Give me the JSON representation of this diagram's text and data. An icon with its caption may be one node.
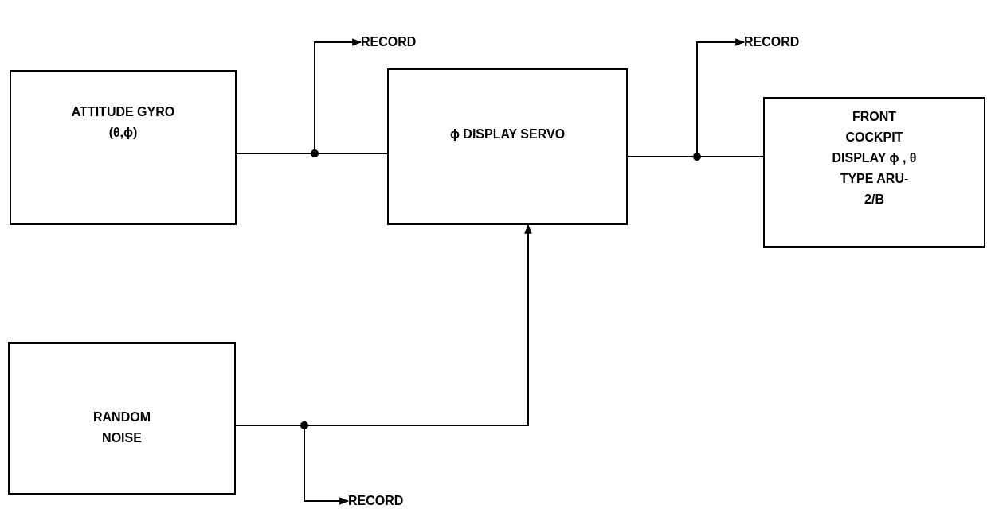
{
  "diagram": {
    "nodes": [
      {
        "text": [
          "ATTITUDE GYRO (θ,ϕ)"
        ]
      },
      {
        "text": [
          "ϕ DISPLAY SERVO"
        ]
      },
      {
        "text": [
          "FRONT COCKPIT DISPLAY ϕ , θ TYPE ARU- 2/B"
        ]
      },
      {
        "text": [
          "RANDOM NOISE"
        ]
      },
      {
        "text": [
          "RECORD"
        ]
      },
      {
        "text": [
          "RECORD"
        ]
      },
      {
        "text": [
          "RECORD"
        ]
      }
    ],
    "edges": [
      {
        "from": 0,
        "to": 1,
        "arrow": "none"
      },
      {
        "from": 0,
        "to": 4,
        "arrow": "to"
      },
      {
        "from": 1,
        "to": 2,
        "arrow": "none"
      },
      {
        "from": 1,
        "to": 5,
        "arrow": "to"
      },
      {
        "from": 3,
        "to": 1,
        "arrow": "to"
      },
      {
        "from": 3,
        "to": 6,
        "arrow": "to"
      }
    ]
  }
}
